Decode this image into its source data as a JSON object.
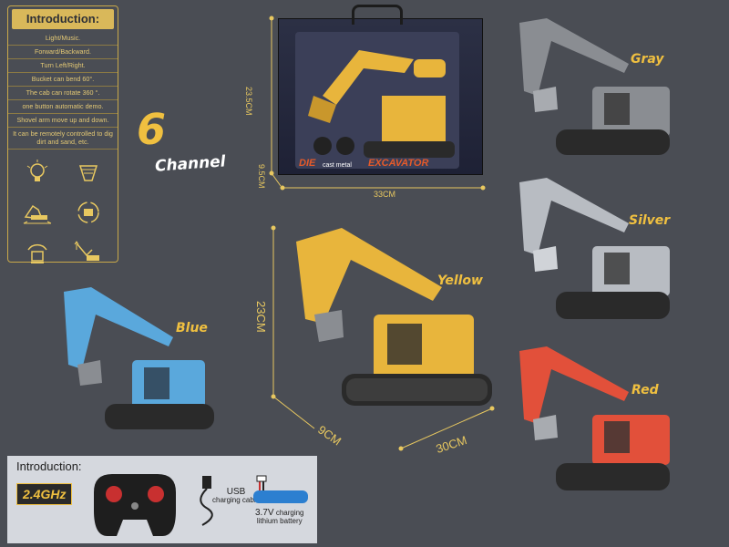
{
  "intro": {
    "title": "Introduction:",
    "features": [
      "Light/Music.",
      "Forward/Backward.",
      "Turn Left/Right.",
      "Bucket can bend 60°.",
      "The cab can rotate 360 °.",
      "one button automatic demo.",
      "Shovel arm move up and down.",
      "It can be remotely controlled to dig dirt and sand, etc."
    ],
    "icons": [
      "light-icon",
      "music-icon",
      "forward-backward-icon",
      "rotate-icon",
      "bucket-bend-icon",
      "arm-move-icon"
    ]
  },
  "channel": {
    "number": "6",
    "label": "Channel"
  },
  "box": {
    "die": "DIE",
    "cast": "cast metal",
    "excavator": "EXCAVATOR",
    "dim_height": "23.5CM",
    "dim_depth": "9.5CM",
    "dim_width": "33CM"
  },
  "product_dims": {
    "height": "23CM",
    "depth": "9CM",
    "length": "30CM"
  },
  "colors": {
    "gray": "Gray",
    "silver": "Silver",
    "yellow": "Yellow",
    "blue": "Blue",
    "red": "Red"
  },
  "accessories": {
    "title": "Introduction:",
    "frequency": "2.4GHz",
    "usb": "USB",
    "usb_sub": "charging cable",
    "battery": "3.7V",
    "battery_sub1": "charging",
    "battery_sub2": "lithium battery"
  },
  "palette": {
    "background": "#4a4d54",
    "accent": "#f0c040",
    "yellow_body": "#e8b53c",
    "blue_body": "#5aa8dc",
    "red_body": "#e2503a",
    "gray_body": "#8a8d92",
    "silver_body": "#b8bcc2"
  }
}
